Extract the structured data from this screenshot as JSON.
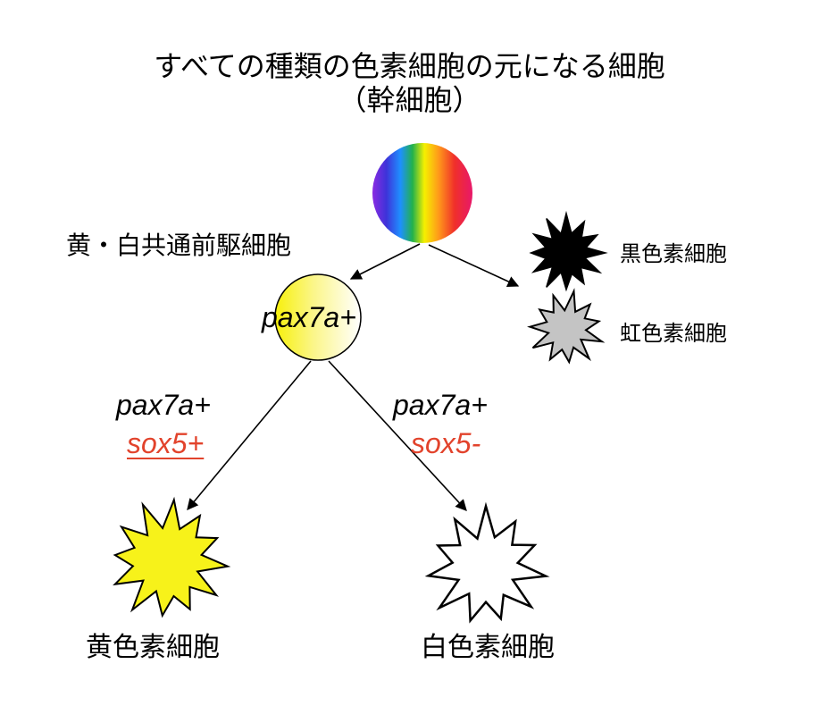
{
  "title": {
    "line1": "すべての種類の色素細胞の元になる細胞",
    "line2": "（幹細胞）"
  },
  "precursor": {
    "label": "黄・白共通前駆細胞",
    "marker": "pax7a+"
  },
  "side_cells": {
    "black_label": "黒色素細胞",
    "iridophore_label": "虹色素細胞"
  },
  "branches": {
    "left": {
      "marker1": "pax7a+",
      "marker2": "sox5+"
    },
    "right": {
      "marker1": "pax7a+",
      "marker2": "sox5-"
    }
  },
  "end_cells": {
    "yellow_label": "黄色素細胞",
    "white_label": "白色素細胞"
  },
  "colors": {
    "accent_red": "#e2432c",
    "yellow_cell": "#f7f21a",
    "iridophore_gray": "#c4c4c4",
    "black_cell": "#000000"
  }
}
